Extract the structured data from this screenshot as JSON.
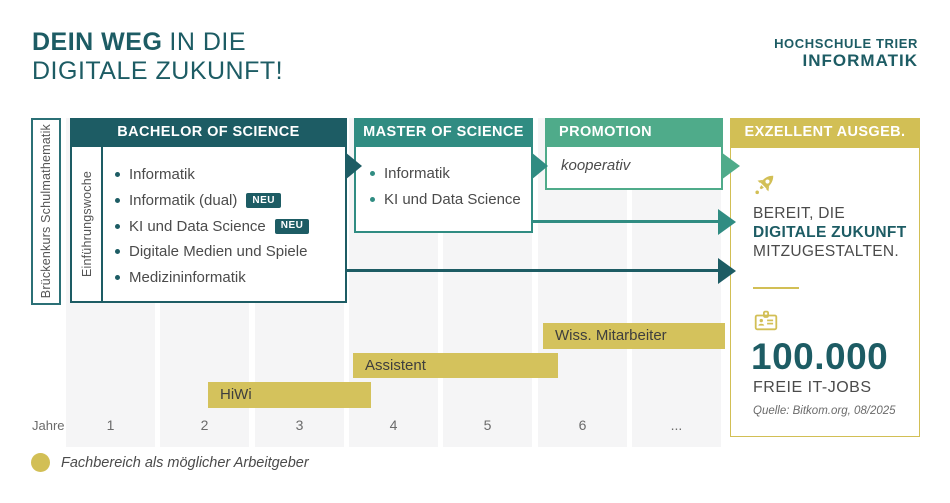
{
  "header": {
    "title_bold": "DEIN WEG",
    "title_rest": "IN DIE",
    "title_line2": "DIGITALE ZUKUNFT!",
    "logo_line1": "HOCHSCHULE TRIER",
    "logo_line2": "INFORMATIK"
  },
  "side_labels": {
    "bridge": "Brückenkurs Schulmathematik",
    "intro": "Einführungswoche"
  },
  "stages": {
    "bachelor": {
      "header": "BACHELOR OF SCIENCE",
      "items": [
        {
          "label": "Informatik",
          "badge": ""
        },
        {
          "label": "Informatik (dual)",
          "badge": "NEU"
        },
        {
          "label": "KI und Data Science",
          "badge": "NEU"
        },
        {
          "label": "Digitale Medien und Spiele",
          "badge": ""
        },
        {
          "label": "Medizininformatik",
          "badge": ""
        }
      ]
    },
    "master": {
      "header": "MASTER OF SCIENCE",
      "items": [
        {
          "label": "Informatik"
        },
        {
          "label": "KI und Data Science"
        }
      ]
    },
    "promotion": {
      "header": "PROMOTION",
      "note": "kooperativ"
    },
    "outcome": {
      "header": "EXZELLENT AUSGEB.",
      "line1": "BEREIT, DIE",
      "line2": "DIGITALE ZUKUNFT",
      "line3": "MITZUGESTALTEN.",
      "number": "100.000",
      "number_label": "FREIE IT-JOBS",
      "source": "Quelle: Bitkom.org, 08/2025"
    }
  },
  "timeline": {
    "axis_label": "Jahre",
    "years": [
      "1",
      "2",
      "3",
      "4",
      "5",
      "6",
      "..."
    ],
    "bars": [
      {
        "label": "Wiss. Mitarbeiter",
        "span_years": [
          6.1,
          8.0
        ]
      },
      {
        "label": "Assistent",
        "span_years": [
          4.1,
          6.2
        ]
      },
      {
        "label": "HiWi",
        "span_years": [
          2.5,
          4.2
        ]
      }
    ]
  },
  "legend": {
    "label": "Fachbereich als möglicher Arbeitgeber"
  },
  "icons": {
    "rocket": "rocket-icon",
    "id_badge": "id-badge-icon"
  },
  "colors": {
    "dark_teal": "#1D5C64",
    "teal": "#308C82",
    "green": "#4FAB8A",
    "gold": "#D2BF55",
    "bar_gold": "#D4C25C",
    "band_gray": "#F5F5F6",
    "text_gray": "#4B4B4B"
  }
}
